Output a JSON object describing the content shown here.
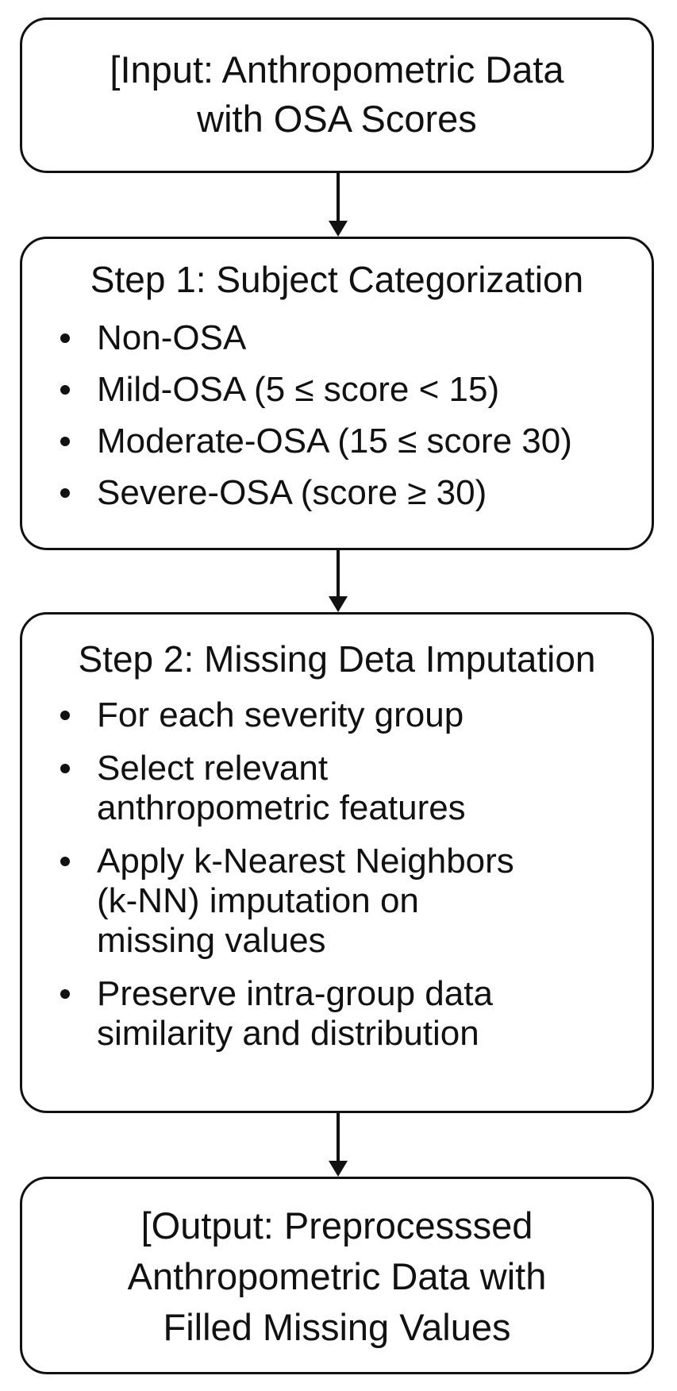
{
  "input_box": {
    "text": "[Input: Anthropometric Data\nwith OSA Scores"
  },
  "step1": {
    "title": "Step 1: Subject Categorization",
    "items": [
      "Non-OSA",
      "Mild-OSA (5 ≤ score < 15)",
      "Moderate-OSA (15 ≤ score  30)",
      "Severe-OSA (score ≥ 30)"
    ]
  },
  "step2": {
    "title": "Step 2: Missing Deta Imputation",
    "items": [
      "For each severity group",
      "Select relevant\nanthropometric features",
      "Apply k-Nearest Neighbors\n(k-NN) imputation on\nmissing values",
      "Preserve intra-group data\nsimilarity and distribution"
    ]
  },
  "output_box": {
    "text": "[Output: Preprocesssed\nAnthropometric Data with\nFilled Missing Values"
  },
  "colors": {
    "stroke": "#111111",
    "background": "#ffffff"
  }
}
